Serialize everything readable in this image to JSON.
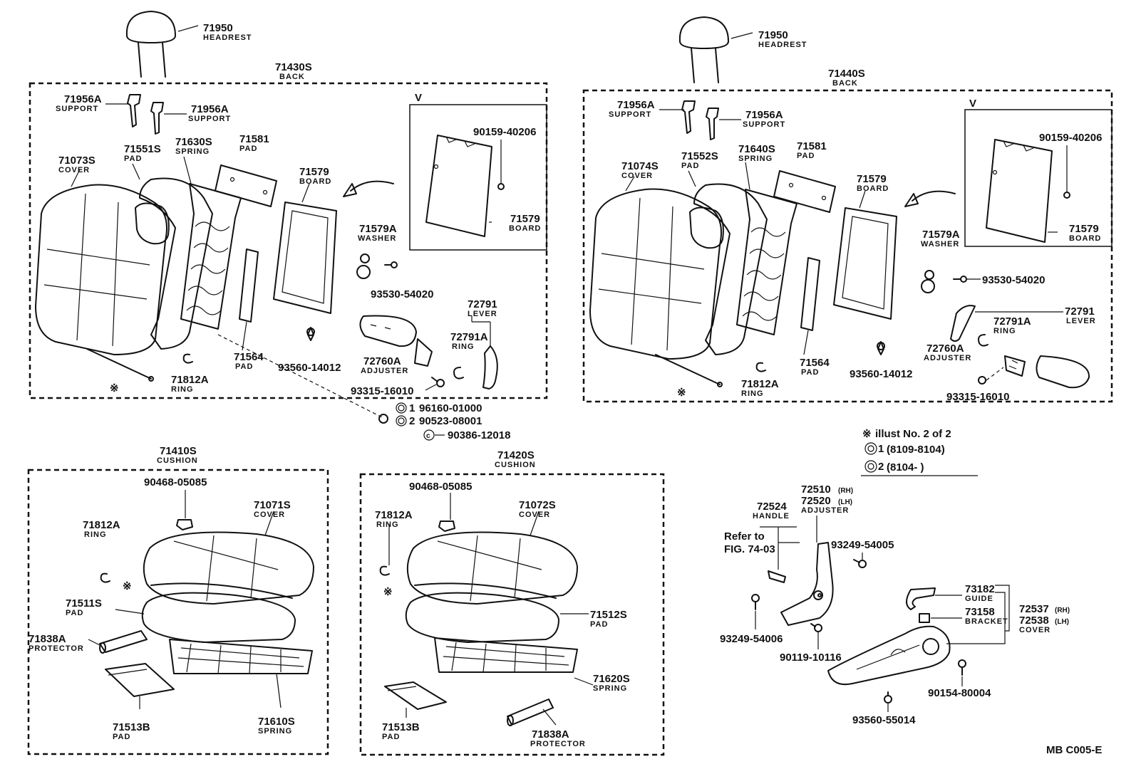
{
  "parts": {
    "headrest_l": {
      "num": "71950",
      "name": "HEADREST"
    },
    "headrest_r": {
      "num": "71950",
      "name": "HEADREST"
    },
    "back_l": {
      "num": "71430S",
      "name": "BACK"
    },
    "back_r": {
      "num": "71440S",
      "name": "BACK"
    },
    "support_l1": {
      "num": "71956A",
      "name": "SUPPORT"
    },
    "support_l2": {
      "num": "71956A",
      "name": "SUPPORT"
    },
    "support_r1": {
      "num": "71956A",
      "name": "SUPPORT"
    },
    "support_r2": {
      "num": "71956A",
      "name": "SUPPORT"
    },
    "cover_back_l": {
      "num": "71073S",
      "name": "COVER"
    },
    "cover_back_r": {
      "num": "71074S",
      "name": "COVER"
    },
    "pad_back_l": {
      "num": "71551S",
      "name": "PAD"
    },
    "pad_back_r": {
      "num": "71552S",
      "name": "PAD"
    },
    "spring_back_l": {
      "num": "71630S",
      "name": "SPRING"
    },
    "spring_back_r": {
      "num": "71640S",
      "name": "SPRING"
    },
    "pad_71581_l": {
      "num": "71581",
      "name": "PAD"
    },
    "pad_71581_r": {
      "num": "71581",
      "name": "PAD"
    },
    "board_l": {
      "num": "71579",
      "name": "BOARD"
    },
    "board_r": {
      "num": "71579",
      "name": "BOARD"
    },
    "washer_l": {
      "num": "71579A",
      "name": "WASHER"
    },
    "washer_r": {
      "num": "71579A",
      "name": "WASHER"
    },
    "view_l": {
      "letter": "V",
      "screw": "90159-40206",
      "num": "71579",
      "name": "BOARD"
    },
    "view_r": {
      "letter": "V",
      "screw": "90159-40206",
      "num": "71579",
      "name": "BOARD"
    },
    "screw_93530_l": {
      "num": "93530-54020"
    },
    "screw_93530_r": {
      "num": "93530-54020"
    },
    "lever_l": {
      "num": "72791",
      "name": "LEVER"
    },
    "lever_r": {
      "num": "72791",
      "name": "LEVER"
    },
    "ring_72791a_l": {
      "num": "72791A",
      "name": "RING"
    },
    "ring_72791a_r": {
      "num": "72791A",
      "name": "RING"
    },
    "adjuster_l": {
      "num": "72760A",
      "name": "ADJUSTER"
    },
    "adjuster_r": {
      "num": "72760A",
      "name": "ADJUSTER"
    },
    "pad_71564_l": {
      "num": "71564",
      "name": "PAD"
    },
    "pad_71564_r": {
      "num": "71564",
      "name": "PAD"
    },
    "clip_93560_l": {
      "num": "93560-14012"
    },
    "clip_93560_r": {
      "num": "93560-14012"
    },
    "ring_71812a_l": {
      "num": "71812A",
      "name": "RING"
    },
    "ring_71812a_r": {
      "num": "71812A",
      "name": "RING"
    },
    "bolt_93315_l": {
      "num": "93315-16010"
    },
    "bolt_93315_r": {
      "num": "93315-16010"
    },
    "nut_list": [
      {
        "mark": "1",
        "num": "96160-01000"
      },
      {
        "mark": "2",
        "num": "90523-08001"
      },
      {
        "mark": "c",
        "num": "90386-12018"
      }
    ],
    "cushion_l": {
      "num": "71410S",
      "name": "CUSHION"
    },
    "cushion_r": {
      "num": "71420S",
      "name": "CUSHION"
    },
    "clip_90468_l": {
      "num": "90468-05085"
    },
    "clip_90468_r": {
      "num": "90468-05085"
    },
    "cover_cush_l": {
      "num": "71071S",
      "name": "COVER"
    },
    "cover_cush_r": {
      "num": "71072S",
      "name": "COVER"
    },
    "ring_cush_l": {
      "num": "71812A",
      "name": "RING"
    },
    "ring_cush_r": {
      "num": "71812A",
      "name": "RING"
    },
    "pad_cush_l": {
      "num": "71511S",
      "name": "PAD"
    },
    "pad_cush_r": {
      "num": "71512S",
      "name": "PAD"
    },
    "protector_l": {
      "num": "71838A",
      "name": "PROTECTOR"
    },
    "protector_r": {
      "num": "71838A",
      "name": "PROTECTOR"
    },
    "pad_71513_l": {
      "num": "71513B",
      "name": "PAD"
    },
    "pad_71513_r": {
      "num": "71513B",
      "name": "PAD"
    },
    "spring_cush_l": {
      "num": "71610S",
      "name": "SPRING"
    },
    "spring_cush_r": {
      "num": "71620S",
      "name": "SPRING"
    },
    "handle": {
      "num": "72524",
      "name": "HANDLE"
    },
    "refer": {
      "line1": "Refer to",
      "line2": "FIG. 74-03"
    },
    "adjuster_rh": {
      "num": "72510",
      "side": "(RH)"
    },
    "adjuster_lh": {
      "num": "72520",
      "side": "(LH)",
      "name": "ADJUSTER"
    },
    "screw_93249_a": {
      "num": "93249-54005"
    },
    "screw_93249_b": {
      "num": "93249-54006"
    },
    "bolt_90119": {
      "num": "90119-10116"
    },
    "guide": {
      "num": "73182",
      "name": "GUIDE"
    },
    "bracket": {
      "num": "73158",
      "name": "BRACKET"
    },
    "cover_rh": {
      "num": "72537",
      "side": "(RH)"
    },
    "cover_lh": {
      "num": "72538",
      "side": "(LH)",
      "name": "COVER"
    },
    "screw_90154": {
      "num": "90154-80004"
    },
    "screw_93560_55": {
      "num": "93560-55014"
    }
  },
  "notes": {
    "mark": "※",
    "illust": "illust No. 2 of 2",
    "range1": "(8109-8104)",
    "range2": "(8104-         )",
    "range1_mark": "1",
    "range2_mark": "2"
  },
  "footer": "MB C005-E"
}
